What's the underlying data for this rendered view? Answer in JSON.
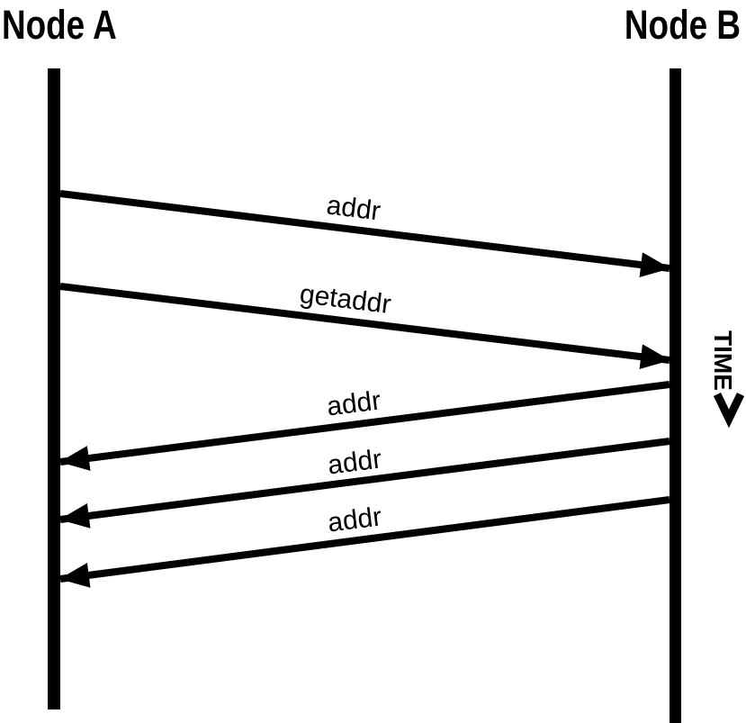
{
  "diagram": {
    "type": "sequence-diagram",
    "node_a_label": "Node A",
    "node_b_label": "Node B",
    "time_axis": {
      "label": "TIME",
      "direction": "down"
    },
    "messages": [
      {
        "label": "addr",
        "from": "Node A",
        "to": "Node B",
        "direction": "a-to-b"
      },
      {
        "label": "getaddr",
        "from": "Node A",
        "to": "Node B",
        "direction": "a-to-b"
      },
      {
        "label": "addr",
        "from": "Node B",
        "to": "Node A",
        "direction": "b-to-a"
      },
      {
        "label": "addr",
        "from": "Node B",
        "to": "Node A",
        "direction": "b-to-a"
      },
      {
        "label": "addr",
        "from": "Node B",
        "to": "Node A",
        "direction": "b-to-a"
      }
    ],
    "colors": {
      "ink": "#000000",
      "background": "#ffffff"
    }
  }
}
